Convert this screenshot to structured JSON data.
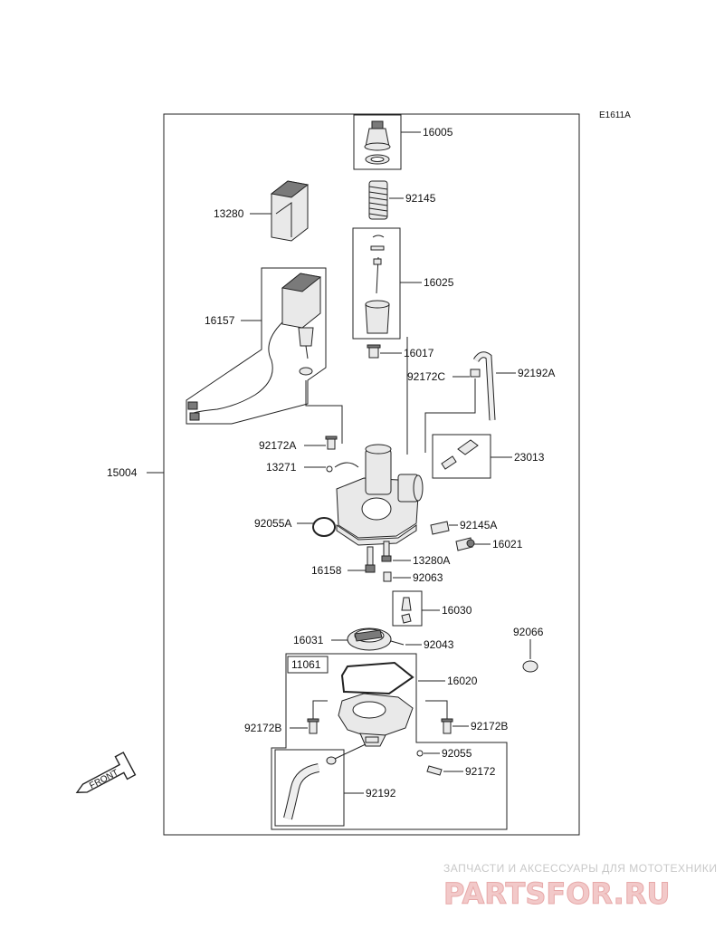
{
  "diagram_code": "E1611A",
  "main_assembly_label": "15004",
  "front_label": "FRONT",
  "watermark": {
    "tagline": "ЗАПЧАСТИ И АКСЕССУАРЫ ДЛЯ МОТОТЕХНИКИ",
    "brand": "PARTSFOR.RU"
  },
  "parts": {
    "p16005": "16005",
    "p92145": "92145",
    "p13280": "13280",
    "p16025": "16025",
    "p16157": "16157",
    "p16017": "16017",
    "p92172C": "92172C",
    "p92192A": "92192A",
    "p92172A": "92172A",
    "p13271": "13271",
    "p23013": "23013",
    "p92055A": "92055A",
    "p92145A": "92145A",
    "p16021": "16021",
    "p13280A": "13280A",
    "p16158": "16158",
    "p92063": "92063",
    "p16030": "16030",
    "p92066": "92066",
    "p16031": "16031",
    "p92043": "92043",
    "p11061": "11061",
    "p16020": "16020",
    "p92172B_left": "92172B",
    "p92172B_right": "92172B",
    "p92055": "92055",
    "p92172": "92172",
    "p92192": "92192"
  }
}
